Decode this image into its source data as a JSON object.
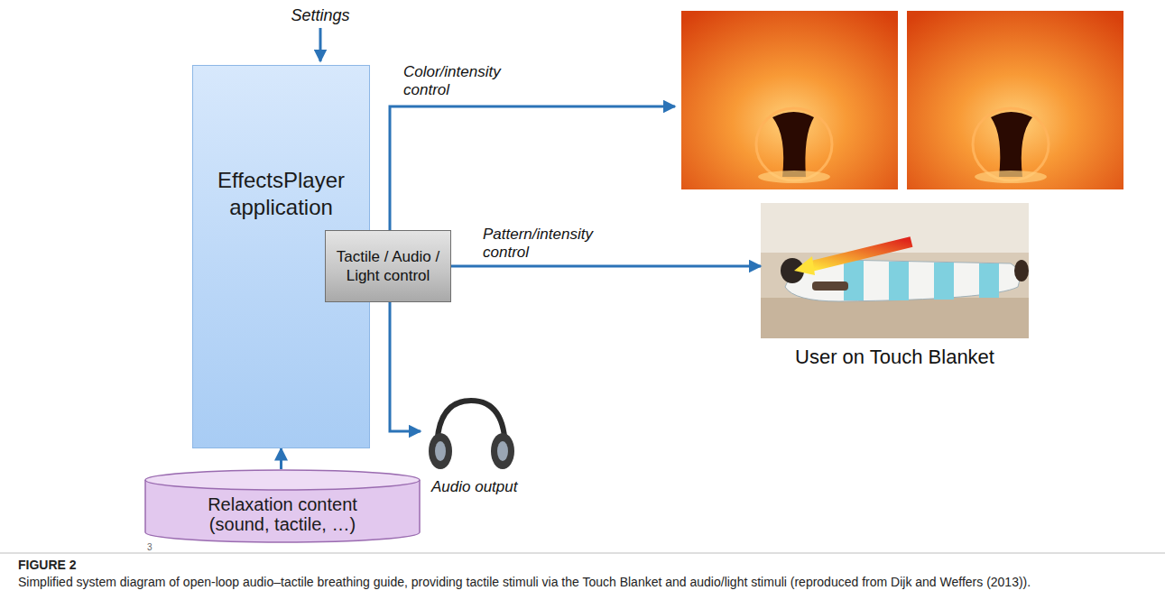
{
  "diagram": {
    "caption": "Simplified system diagram of open-loop audio–tactile breathing guide, providing tactile stimuli via the Touch Blanket and audio/light stimuli (reproduced from Dijk and Weffers (2013)).",
    "nodes": [
      {
        "text": [
          "EffectsPlayer application"
        ]
      },
      {
        "text": [
          "Tactile / Audio / Light control"
        ]
      },
      {
        "text": [
          "Relaxation content (sound, tactile, …)"
        ]
      },
      {
        "text": [
          "User on Touch Blanket"
        ]
      }
    ],
    "edges": [
      {
        "from": 2,
        "to": 0,
        "arrow": "to"
      },
      {
        "from": 1,
        "to": 3,
        "label": "Pattern/intensity control",
        "arrow": "to"
      }
    ],
    "labels": [
      "Settings",
      "Color/intensity control",
      "Audio output",
      "3",
      "FIGURE 2"
    ]
  }
}
